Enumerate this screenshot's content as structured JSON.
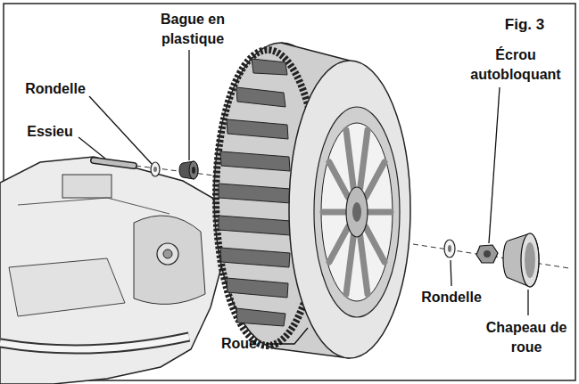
{
  "diagram": {
    "labels": [
      "Fig. 3",
      "Bague en plastique",
      "Rondelle",
      "Essieu",
      "Écrou autobloquant",
      "Rondelle",
      "Chapeau de roue",
      "Roue"
    ]
  }
}
